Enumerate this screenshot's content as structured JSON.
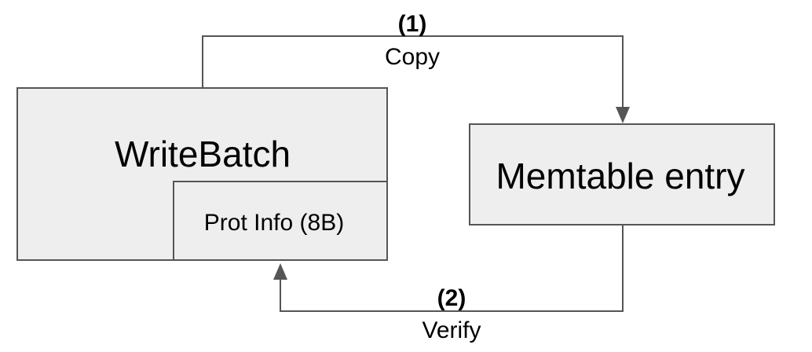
{
  "nodes": {
    "writebatch": {
      "label": "WriteBatch"
    },
    "prot_info": {
      "label": "Prot Info (8B)"
    },
    "memtable": {
      "label": "Memtable entry"
    }
  },
  "edges": {
    "copy": {
      "step": "(1)",
      "label": "Copy"
    },
    "verify": {
      "step": "(2)",
      "label": "Verify"
    }
  }
}
